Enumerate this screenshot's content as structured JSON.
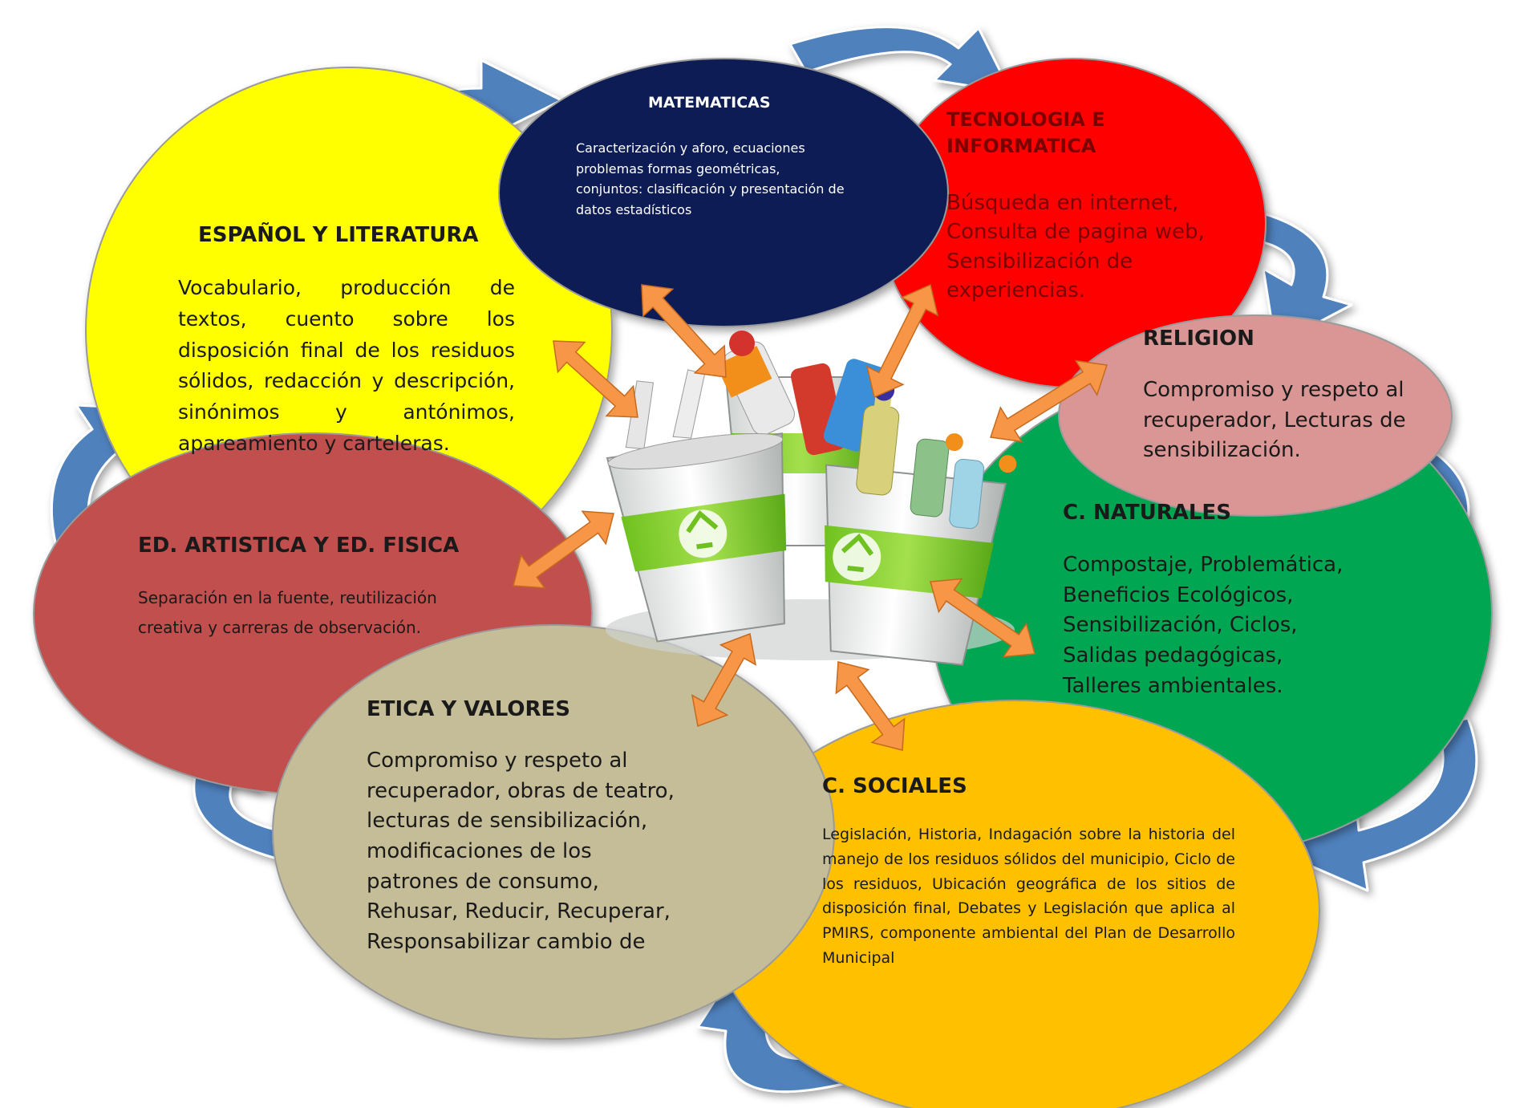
{
  "colors": {
    "espanol": "#ffff00",
    "matematicas": "#0d1f55",
    "tecnologia": "#ff0000",
    "religion": "#d99694",
    "naturales": "#00a651",
    "sociales": "#ffc000",
    "etica": "#c4bd97",
    "artistica": "#c0504d",
    "cycle_arrow": "#4f81bd",
    "center_arrow": "#f79646"
  },
  "subjects": {
    "matematicas": {
      "title": "MATEMATICAS",
      "body": "Caracterización y aforo, ecuaciones problemas formas geométricas, conjuntos: clasificación y presentación de datos estadísticos"
    },
    "tecnologia": {
      "title_line1": "TECNOLOGIA E",
      "title_line2": "INFORMATICA",
      "body": "Búsqueda en internet, Consulta de pagina web, Sensibilización de experiencias."
    },
    "espanol": {
      "title": "ESPAÑOL Y LITERATURA",
      "body": "Vocabulario, producción de textos, cuento sobre los disposición final de los residuos sólidos, redacción y descripción, sinónimos y antónimos, apareamiento y carteleras."
    },
    "religion": {
      "title": "RELIGION",
      "body": "Compromiso y respeto al recuperador, Lecturas de sensibilización."
    },
    "naturales": {
      "title": "C. NATURALES",
      "body_lines": [
        "Compostaje, Problemática,",
        "Beneficios Ecológicos,",
        "Sensibilización, Ciclos,",
        "Salidas pedagógicas,",
        "Talleres ambientales."
      ]
    },
    "artistica": {
      "title": "ED. ARTISTICA Y ED. FISICA",
      "body": "Separación en la fuente, reutilización creativa y carreras de observación."
    },
    "etica": {
      "title": "ETICA Y VALORES",
      "body_lines": [
        "Compromiso y respeto al",
        "recuperador, obras de teatro,",
        "lecturas de sensibilización,",
        "modificaciones de los",
        "patrones de consumo,",
        "Rehusar, Reducir, Recuperar,",
        "Responsabilizar cambio de"
      ]
    },
    "sociales": {
      "title": "C. SOCIALES",
      "body": "Legislación, Historia, Indagación sobre la historia del manejo de los residuos sólidos del municipio, Ciclo de los residuos, Ubicación geográfica de los sitios de disposición final, Debates y Legislación que aplica al PMIRS, componente ambiental del Plan de Desarrollo Municipal"
    }
  }
}
